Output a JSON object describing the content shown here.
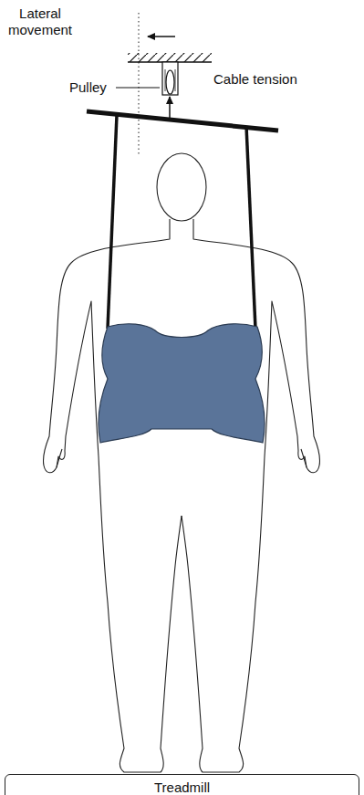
{
  "diagram": {
    "nodes": [
      {
        "text": [
          "Treadmill"
        ]
      }
    ],
    "labels": [
      "Lateral movement",
      "Pulley",
      "Cable tension"
    ]
  }
}
